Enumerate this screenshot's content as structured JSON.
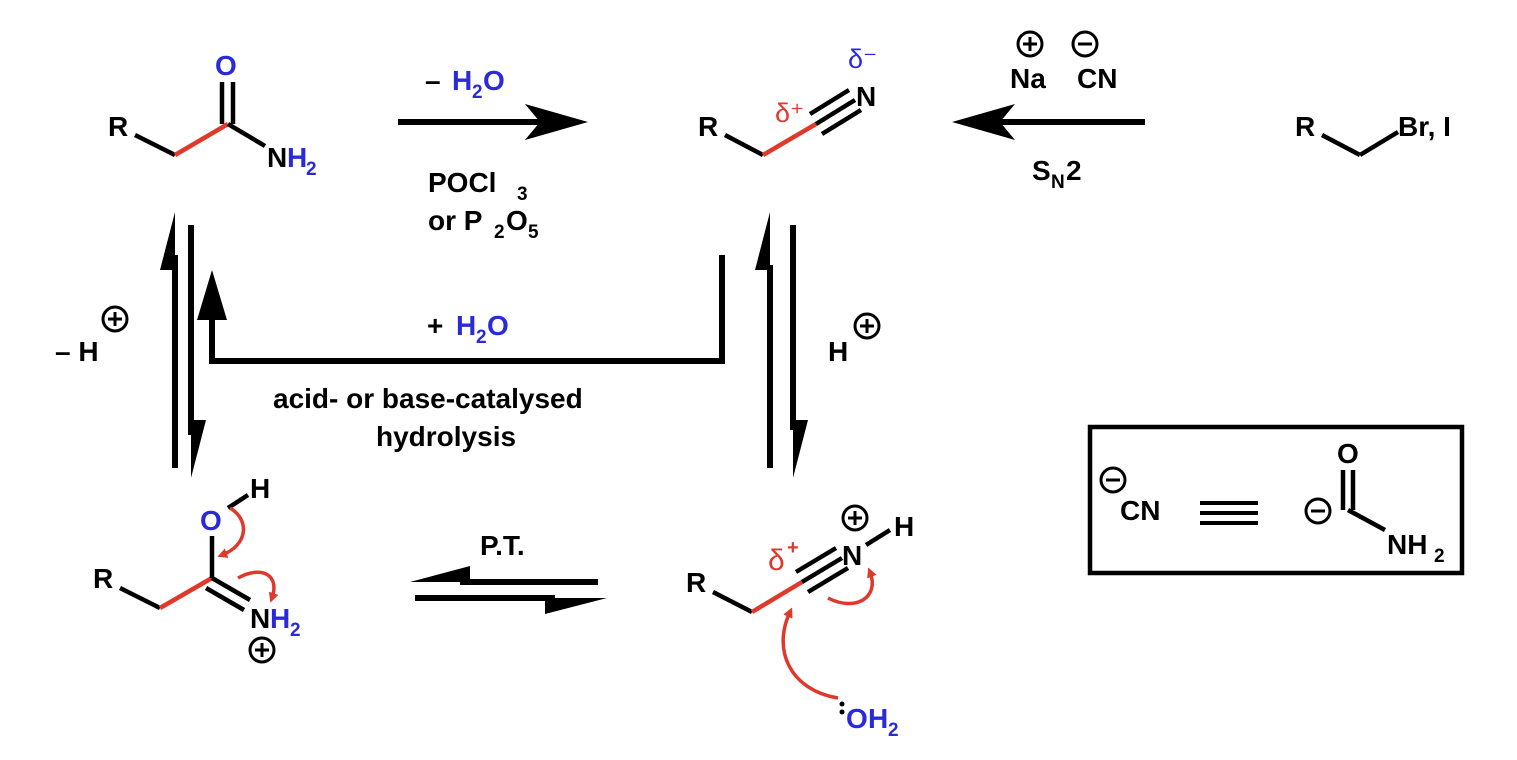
{
  "atoms": {
    "R": "R",
    "O": "O",
    "N": "N",
    "NH": "NH",
    "H": "H",
    "H2": "H",
    "two": "2",
    "BrI": "Br, I",
    "Na": "Na",
    "CN": "CN",
    "OH": "OH",
    "dminus": "δ⁻",
    "dplus": "δ⁺",
    "delta": "δ",
    "plus": "+",
    "minus": "−"
  },
  "reagents": {
    "dehydrate_minus": "– ",
    "water": "H",
    "water_O": "O",
    "pocl": "POCl",
    "pocl_sub": "3",
    "or_p": "or P",
    "p_sub": "2",
    "o": "O",
    "o_sub": "5",
    "sn": "S",
    "sn_sub": "N",
    "sn_2": "2",
    "add_water": "+ ",
    "hydrolysis_line1": "acid- or base-catalysed",
    "hydrolysis_line2": "hydrolysis",
    "minus_h": "– H",
    "h_plus": "H",
    "pt": "P.T."
  },
  "legend": {
    "cn": "CN",
    "nh": "NH",
    "o": "O"
  }
}
